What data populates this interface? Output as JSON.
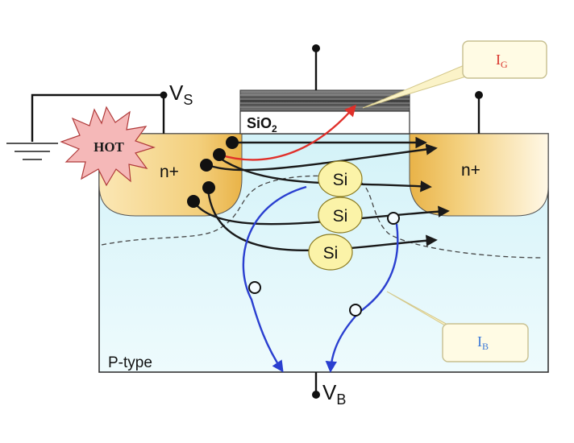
{
  "labels": {
    "vs_main": "V",
    "vs_sub": "S",
    "vb_main": "V",
    "vb_sub": "B",
    "sio2_main": "SiO",
    "sio2_sub": "2",
    "hot": "HOT",
    "source": "n+",
    "drain": "n+",
    "substrate": "P-type",
    "si_atoms": [
      "Si",
      "Si",
      "Si"
    ]
  },
  "callouts": {
    "ig_main": "I",
    "ig_sub": "G",
    "ib_main": "I",
    "ib_sub": "B"
  },
  "colors": {
    "substrate_fill": "#e3f7fb",
    "region_fill": "#f6d58a",
    "oxide_fill": "#5a5a5a",
    "electron_arrow": "#1a1a1a",
    "gate_current_arrow": "#e0302a",
    "hole_arrow": "#2a3fd0",
    "si_fill": "#fbf3a8",
    "callout_fill": "#fffbe4",
    "ig_text": "#d9332b",
    "ib_text": "#3a78d8",
    "hot_fill": "#f3b3b3"
  },
  "icons": {
    "ground": "ground-icon",
    "hot": "hot-starburst-icon"
  }
}
